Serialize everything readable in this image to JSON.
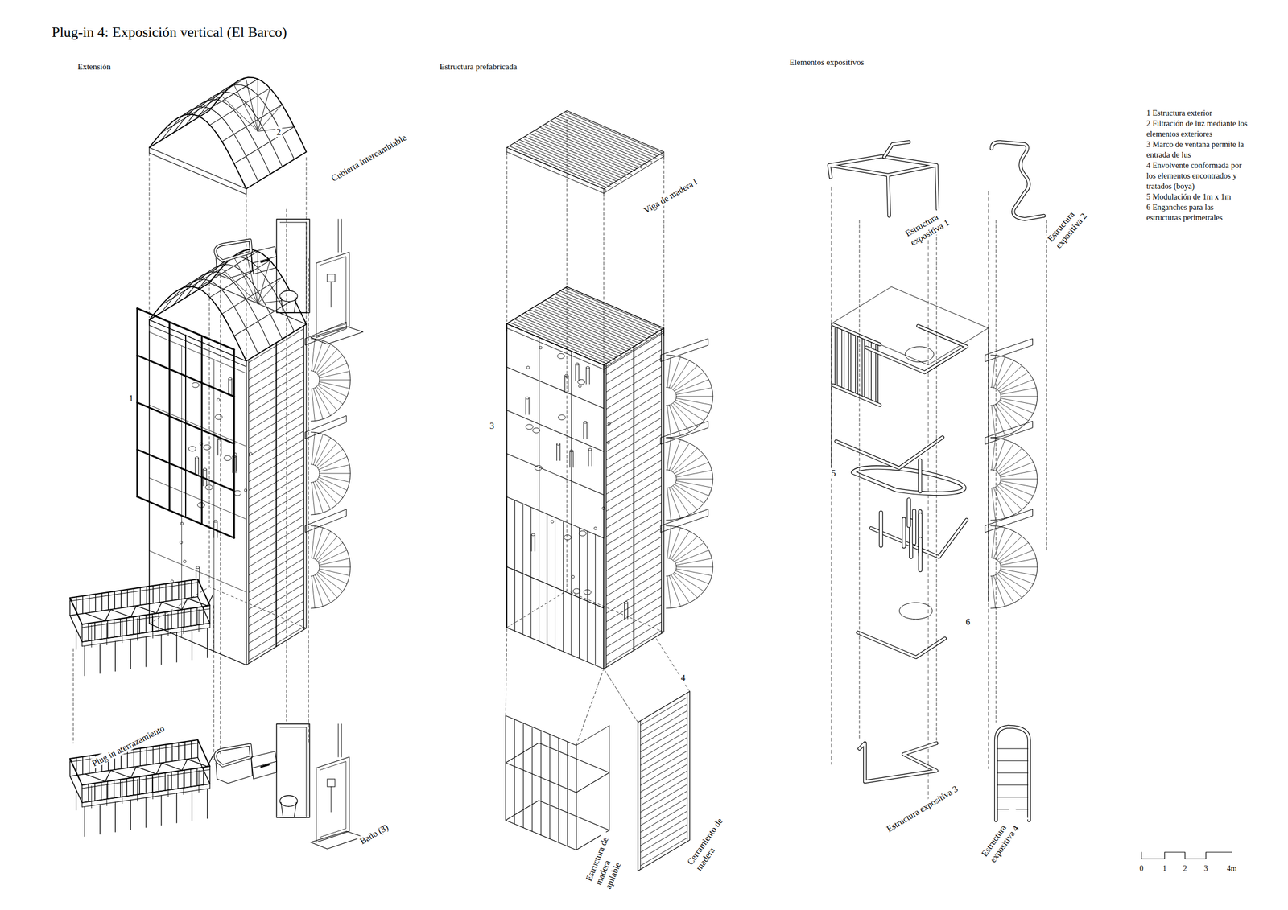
{
  "diagram": {
    "title": "Plug-in 4: Exposición vertical (El Barco)",
    "labels": [
      "Extensión",
      "Estructura prefabricada",
      "Elementos expositivos",
      "2",
      "Cubierta intercambiable",
      "1",
      "Plug in aterrazamiento",
      "Baño (3)",
      "Viga de madera l",
      "3",
      "4",
      "Estructura de madera apilable",
      "Cerramiento de madera",
      "Estructura expositiva 1",
      "Estructura expositiva 2",
      "5",
      "6",
      "Estructura expositiva 3",
      "Estructura expositiva 4",
      "1 Estructura exterior",
      "2 Filtración de luz mediante los elementos exteriores",
      "3 Marco de ventana permite la entrada de lus",
      "4 Envolvente conformada por los elementos encontrados y tratados (boya)",
      "5 Modulación de 1m x 1m",
      "6 Enganches para las estructuras perimetrales",
      "0",
      "1",
      "2",
      "3",
      "4m"
    ]
  }
}
